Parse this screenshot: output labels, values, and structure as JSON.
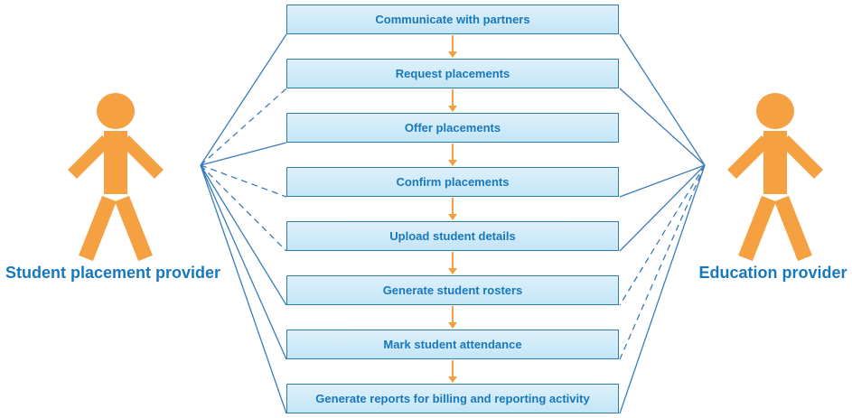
{
  "diagram": {
    "type": "use-case-diagram",
    "actors": [
      {
        "id": "student-placement-provider",
        "label": "Student placement provider",
        "side": "left"
      },
      {
        "id": "education-provider",
        "label": "Education provider",
        "side": "right"
      }
    ],
    "use_cases": [
      {
        "label": "Communicate with partners",
        "left_link": "solid",
        "right_link": "solid"
      },
      {
        "label": "Request placements",
        "left_link": "dashed",
        "right_link": "solid"
      },
      {
        "label": "Offer placements",
        "left_link": "solid",
        "right_link": "none"
      },
      {
        "label": "Confirm placements",
        "left_link": "dashed",
        "right_link": "solid"
      },
      {
        "label": "Upload student details",
        "left_link": "dashed",
        "right_link": "solid"
      },
      {
        "label": "Generate student rosters",
        "left_link": "solid",
        "right_link": "dashed"
      },
      {
        "label": "Mark student attendance",
        "left_link": "solid",
        "right_link": "dashed"
      },
      {
        "label": "Generate reports for billing and reporting activity",
        "left_link": "solid",
        "right_link": "solid"
      }
    ],
    "flow": "vertical top-to-bottom, orange arrow between each consecutive use case",
    "colors": {
      "box_fill_top": "#def1fb",
      "box_fill_bottom": "#c3e5f6",
      "box_border": "#2e7fa7",
      "box_text": "#1878be",
      "association_line": "#3b7cb8",
      "flow_arrow": "#f49e3d",
      "actor_figure": "#f5a142",
      "actor_label_text": "#1878be",
      "background": "#ffffff"
    }
  }
}
